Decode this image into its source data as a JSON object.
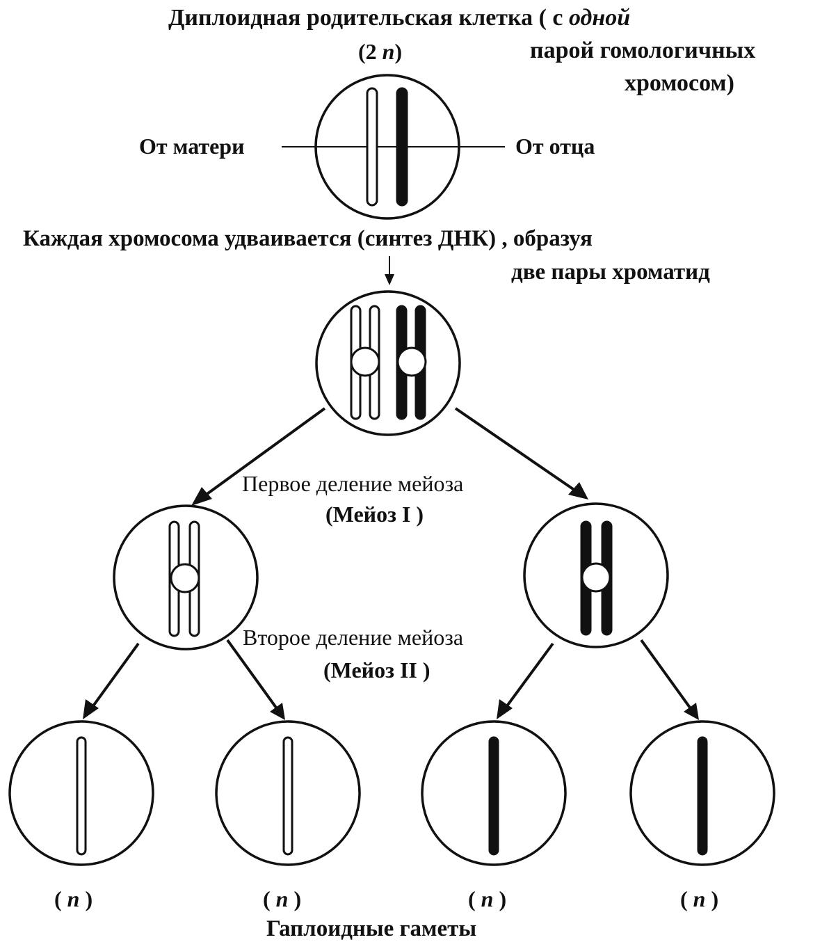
{
  "header": {
    "title_part1": "Диплоидная родительская клетка ( с ",
    "title_italic": "одной",
    "title_line2": "парой гомологичных",
    "title_line3": "хромосом)",
    "ploidy_open": "(2 ",
    "ploidy_n": "n",
    "ploidy_close": ")"
  },
  "parent_labels": {
    "maternal": "От матери",
    "paternal": "От отца"
  },
  "replication": {
    "line1": "Каждая хромосома удваивается  (синтез ДНК) , образуя",
    "line2": "две пары хроматид"
  },
  "meiosis1": {
    "label": "Первое деление мейоза",
    "sublabel": "(Мейоз I )"
  },
  "meiosis2": {
    "label": "Второе деление мейоза",
    "sublabel": "(Мейоз  II )"
  },
  "gametes": {
    "ploidy_labels": [
      {
        "open": "( ",
        "n": "n",
        "close": " )"
      },
      {
        "open": "( ",
        "n": "n",
        "close": " )"
      },
      {
        "open": "( ",
        "n": "n",
        "close": " )"
      },
      {
        "open": "( ",
        "n": "n",
        "close": " )"
      }
    ],
    "caption": "Гаплоидные гаметы"
  },
  "colors": {
    "ink": "#111111",
    "background": "#ffffff",
    "maternal_chromosome": "#ffffff",
    "paternal_chromosome": "#111111"
  }
}
